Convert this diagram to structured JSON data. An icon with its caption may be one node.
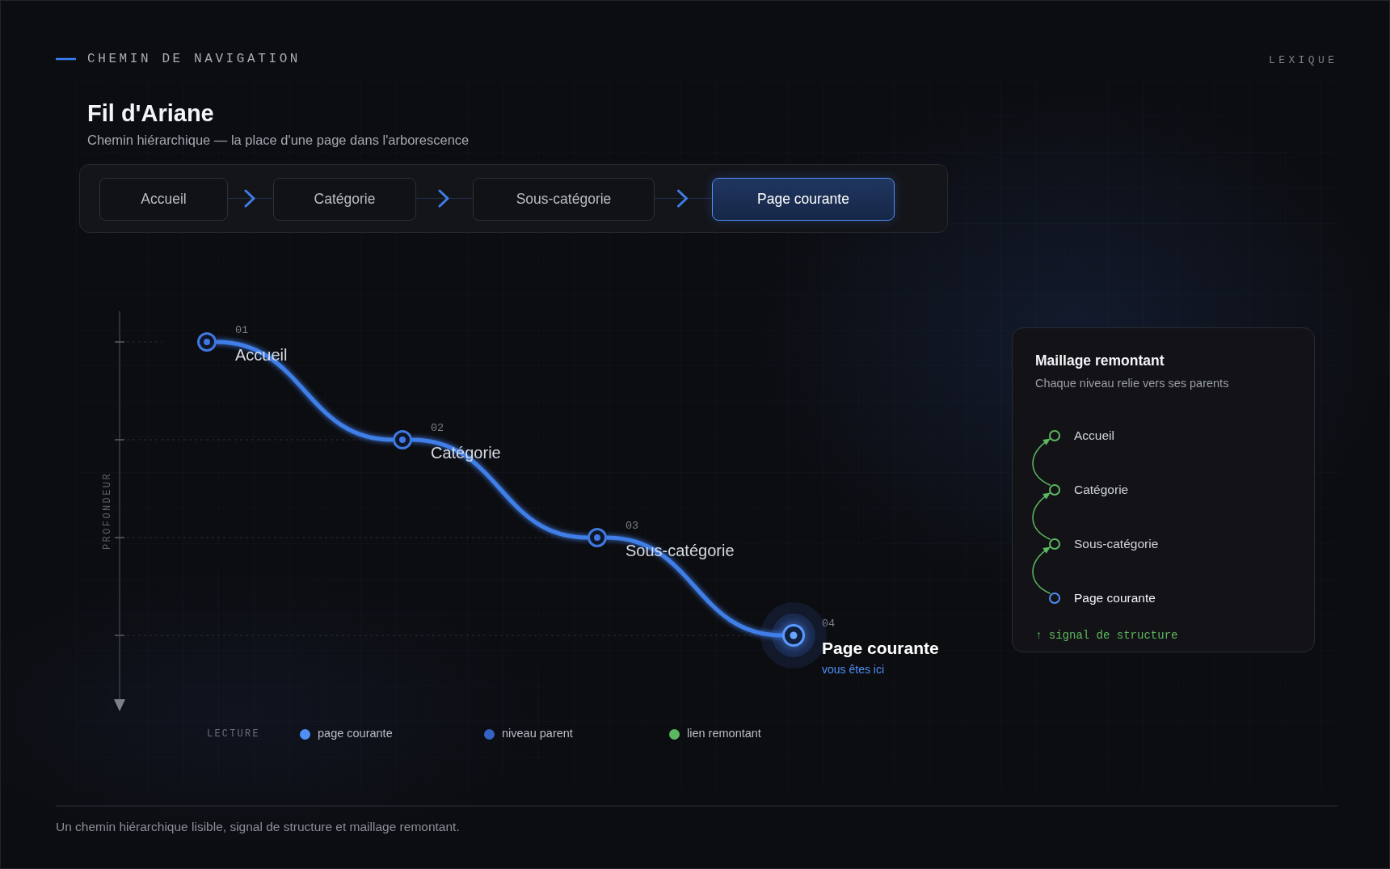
{
  "diagram": {
    "title": "Fil d'Ariane",
    "caption": "Un chemin hiérarchique lisible, signal de structure et maillage remontant.",
    "nodes": [
      {
        "text": [],
        "shape": "box"
      },
      {
        "text": [
          "Accueil"
        ],
        "in": 0
      },
      {
        "text": [
          "Catégorie"
        ],
        "in": 0
      },
      {
        "text": [
          "Sous-catégorie"
        ],
        "in": 0
      },
      {
        "text": [
          "Page courante"
        ],
        "in": 0
      },
      {
        "text": [],
        "shape": "circle",
        "beside": [
          "01",
          "Accueil"
        ]
      },
      {
        "text": [],
        "shape": "circle",
        "beside": [
          "02",
          "Catégorie"
        ]
      },
      {
        "text": [],
        "shape": "circle",
        "beside": [
          "03",
          "Sous-catégorie"
        ]
      },
      {
        "text": [],
        "shape": "circle",
        "beside": [
          "04",
          "Page courante",
          "vous êtes ici"
        ]
      },
      {
        "text": [
          "Maillage remontant",
          "Chaque niveau relie vers ses parents",
          "↑ signal de structure"
        ]
      },
      {
        "text": [],
        "shape": "circle",
        "beside": [
          "Accueil"
        ],
        "in": 9
      },
      {
        "text": [],
        "shape": "circle",
        "beside": [
          "Catégorie"
        ],
        "in": 9
      },
      {
        "text": [],
        "shape": "circle",
        "beside": [
          "Sous-catégorie"
        ],
        "in": 9
      },
      {
        "text": [],
        "shape": "circle",
        "beside": [
          "Page courante"
        ],
        "in": 9
      }
    ],
    "edges": [
      {
        "from": 1,
        "to": 2,
        "arrow": "to"
      },
      {
        "from": 2,
        "to": 3,
        "arrow": "to"
      },
      {
        "from": 3,
        "to": 4,
        "arrow": "to"
      },
      {
        "from": 5,
        "to": 6,
        "arrow": "none",
        "style": "thick"
      },
      {
        "from": 6,
        "to": 7,
        "arrow": "none",
        "style": "thick"
      },
      {
        "from": 7,
        "to": 8,
        "arrow": "none",
        "style": "thick"
      },
      {
        "from": 11,
        "to": 10,
        "arrow": "to",
        "color": "#5cb860"
      },
      {
        "from": 12,
        "to": 11,
        "arrow": "to",
        "color": "#5cb860"
      },
      {
        "from": 13,
        "to": 12,
        "arrow": "to",
        "color": "#5cb860"
      }
    ],
    "labels": [
      "CHEMIN DE NAVIGATION",
      "LEXIQUE",
      "Chemin hiérarchique — la place d'une page dans l'arborescence",
      "PROFONDEUR",
      "LECTURE"
    ],
    "legend": [
      {
        "text": "page courante",
        "color": "#4f8ff7"
      },
      {
        "text": "niveau parent",
        "color": "#3563c4"
      },
      {
        "text": "lien remontant",
        "color": "#5cb860"
      }
    ]
  }
}
